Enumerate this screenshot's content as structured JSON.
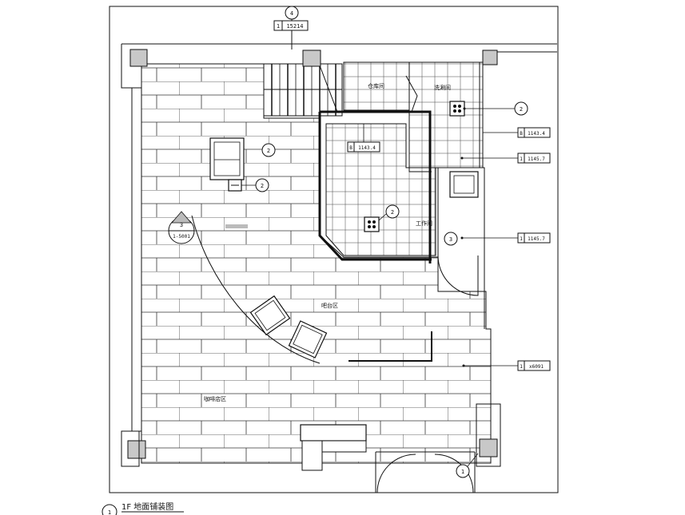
{
  "drawing": {
    "title": "1F 地面铺装图",
    "title_number": "1"
  },
  "rooms": {
    "storage": "仓库间",
    "washroom": "洗涮间",
    "workroom": "工作间",
    "bar": "吧台区",
    "cafe": "咖啡店区"
  },
  "callouts": {
    "top_axis": "4",
    "top_code": "1",
    "top_value": "15214",
    "right_1_num": "2",
    "right_1_code": "B",
    "right_1_value": "1143.4",
    "right_2_code": "1",
    "right_2_value": "1145.7",
    "right_3_num": "3",
    "right_3_code": "1",
    "right_3_value": "1145.7",
    "right_4_code": "1",
    "right_4_value": "x6091",
    "inner_b_code": "B",
    "inner_b_value": "1143.4",
    "drain_1": "2",
    "drain_2": "2",
    "drain_3": "2",
    "left_section_num": "3",
    "left_section_ref": "1-5001",
    "bottom_ref": "1"
  },
  "colors": {
    "line": "#111111",
    "column": "#c8c8c8",
    "background": "#ffffff"
  }
}
